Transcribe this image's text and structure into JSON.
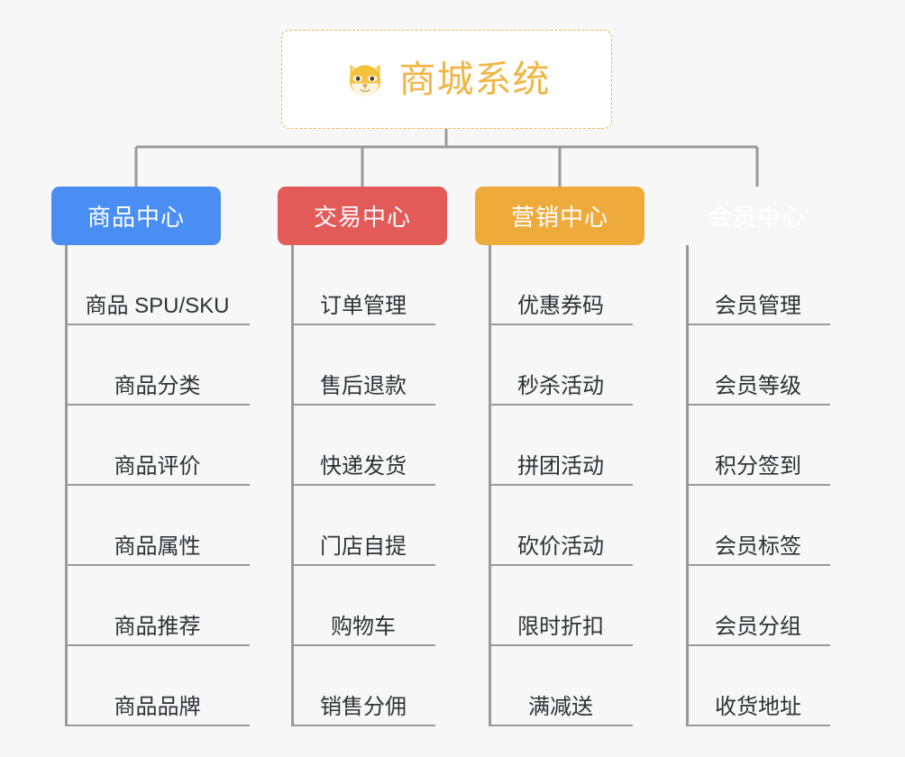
{
  "diagram": {
    "type": "mindmap-tree",
    "background_color": "#f7f7f8",
    "connector_color": "#9a9a9a",
    "root": {
      "label": "商城系统",
      "icon": "shiba-dog-face-icon",
      "text_color": "#f1b544",
      "border_color": "#eeb550",
      "background_color": "#ffffff"
    },
    "branches": [
      {
        "label": "商品中心",
        "color": "#4a8ef4",
        "items": [
          "商品 SPU/SKU",
          "商品分类",
          "商品评价",
          "商品属性",
          "商品推荐",
          "商品品牌"
        ]
      },
      {
        "label": "交易中心",
        "color": "#e35b58",
        "items": [
          "订单管理",
          "售后退款",
          "快递发货",
          "门店自提",
          "购物车",
          "销售分佣"
        ]
      },
      {
        "label": "营销中心",
        "color": "#eeab3c",
        "items": [
          "优惠券码",
          "秒杀活动",
          "拼团活动",
          "砍价活动",
          "限时折扣",
          "满减送"
        ]
      },
      {
        "label": "会员中心",
        "color": "#78c council",
        "items": [
          "会员管理",
          "会员等级",
          "积分签到",
          "会员标签",
          "会员分组",
          "收货地址"
        ]
      }
    ]
  }
}
